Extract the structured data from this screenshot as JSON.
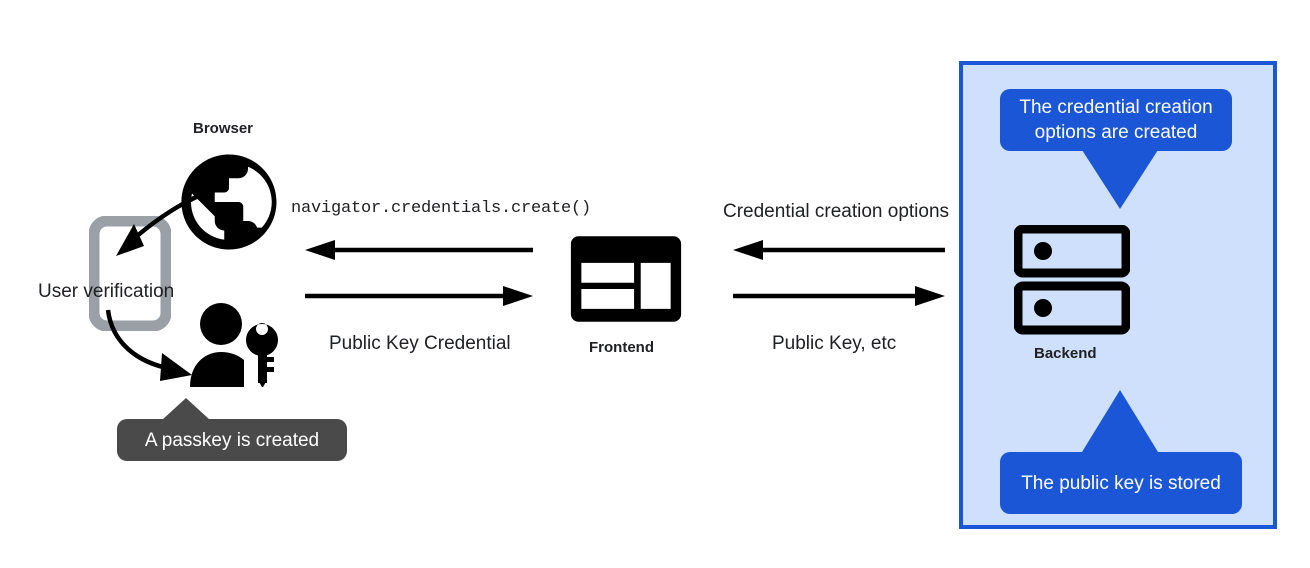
{
  "diagram": {
    "title": "Passkey registration flow",
    "background_color": "#ffffff",
    "colors": {
      "blue_accent": "#1a56d6",
      "blue_panel_fill": "#cfe0fc",
      "dark_callout": "#4a4a4a",
      "icon_black": "#000000",
      "icon_gray": "#9aa0a6",
      "text": "#202124"
    }
  },
  "nodes": {
    "browser": {
      "label": "Browser",
      "icon": "globe-icon"
    },
    "frontend": {
      "label": "Frontend",
      "icon": "dashboard-icon"
    },
    "backend": {
      "label": "Backend",
      "icon": "server-rack-icon"
    },
    "device": {
      "icon": "smartphone-icon",
      "label": "User verification"
    },
    "passkey_user": {
      "icon": "person-with-key-icon"
    }
  },
  "messages": [
    {
      "id": "navigator-create",
      "label": "navigator.credentials.create()",
      "style": "monospace",
      "direction": "left",
      "from": "frontend",
      "to": "browser"
    },
    {
      "id": "public-key-credential",
      "label": "Public Key Credential",
      "style": "sans",
      "direction": "right",
      "from": "browser",
      "to": "frontend"
    },
    {
      "id": "credential-creation-options",
      "label": "Credential creation options",
      "style": "sans",
      "direction": "left",
      "from": "backend",
      "to": "frontend"
    },
    {
      "id": "public-key-etc",
      "label": "Public Key, etc",
      "style": "sans",
      "direction": "right",
      "from": "frontend",
      "to": "backend"
    }
  ],
  "callouts": [
    {
      "id": "credential-options-created",
      "text": "The credential creation options are created",
      "color": "#1a56d6",
      "pointer": "down",
      "target": "backend"
    },
    {
      "id": "public-key-stored",
      "text": "The public key is stored",
      "color": "#1a56d6",
      "pointer": "up",
      "target": "backend"
    },
    {
      "id": "passkey-created",
      "text": "A passkey is created",
      "color": "#4a4a4a",
      "pointer": "up",
      "target": "passkey-user"
    }
  ],
  "annotations": [
    {
      "id": "user-verification",
      "text": "User verification"
    }
  ]
}
